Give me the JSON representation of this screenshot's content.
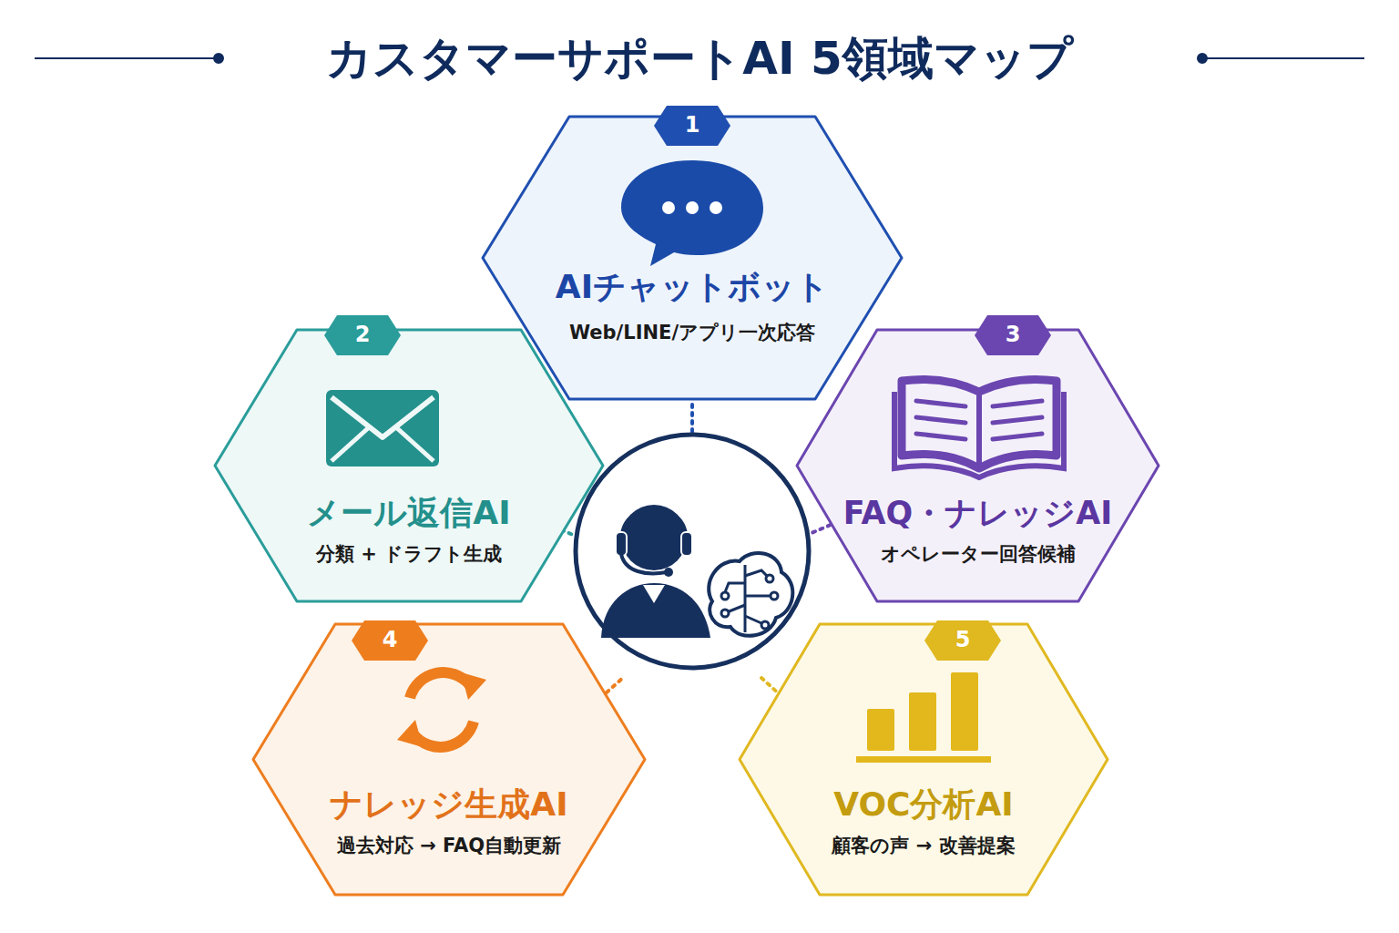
{
  "diagram": {
    "title": "カスタマーサポートAI 5領域マップ",
    "nodes": [
      {
        "text": [
          "1",
          "AIチャットボット",
          "Web/LINE/アプリ一次応答"
        ]
      },
      {
        "text": [
          "2",
          "メール返信AI",
          "分類 + ドラフト生成"
        ]
      },
      {
        "text": [
          "3",
          "FAQ・ナレッジAI",
          "オペレーター回答候補"
        ]
      },
      {
        "text": [
          "4",
          "ナレッジ生成AI",
          "過去対応 → FAQ自動更新"
        ]
      },
      {
        "text": [
          "5",
          "VOC分析AI",
          "顧客の声 → 改善提案"
        ]
      }
    ]
  }
}
